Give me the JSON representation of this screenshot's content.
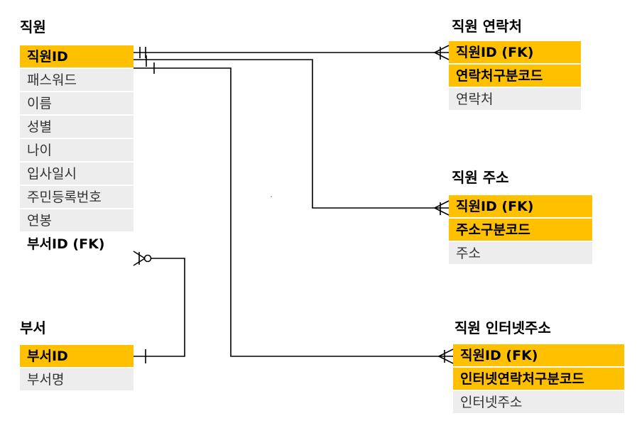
{
  "tables": {
    "employee": {
      "title": "직원",
      "fields": [
        "직원ID",
        "패스워드",
        "이름",
        "성별",
        "나이",
        "입사일시",
        "주민등록번호",
        "연봉",
        "부서ID (FK)"
      ]
    },
    "department": {
      "title": "부서",
      "fields": [
        "부서ID",
        "부서명"
      ]
    },
    "employee_contact": {
      "title": "직원 연락처",
      "fields": [
        "직원ID (FK)",
        "연락처구분코드",
        "연락처"
      ]
    },
    "employee_address": {
      "title": "직원 주소",
      "fields": [
        "직원ID (FK)",
        "주소구분코드",
        "주소"
      ]
    },
    "employee_internet": {
      "title": "직원 인터넷주소",
      "fields": [
        "직원ID (FK)",
        "인터넷연락처구분코드",
        "인터넷주소"
      ]
    }
  },
  "colors": {
    "key_fill": "#ffc000",
    "attr_fill": "#ededed",
    "line": "#000000"
  }
}
